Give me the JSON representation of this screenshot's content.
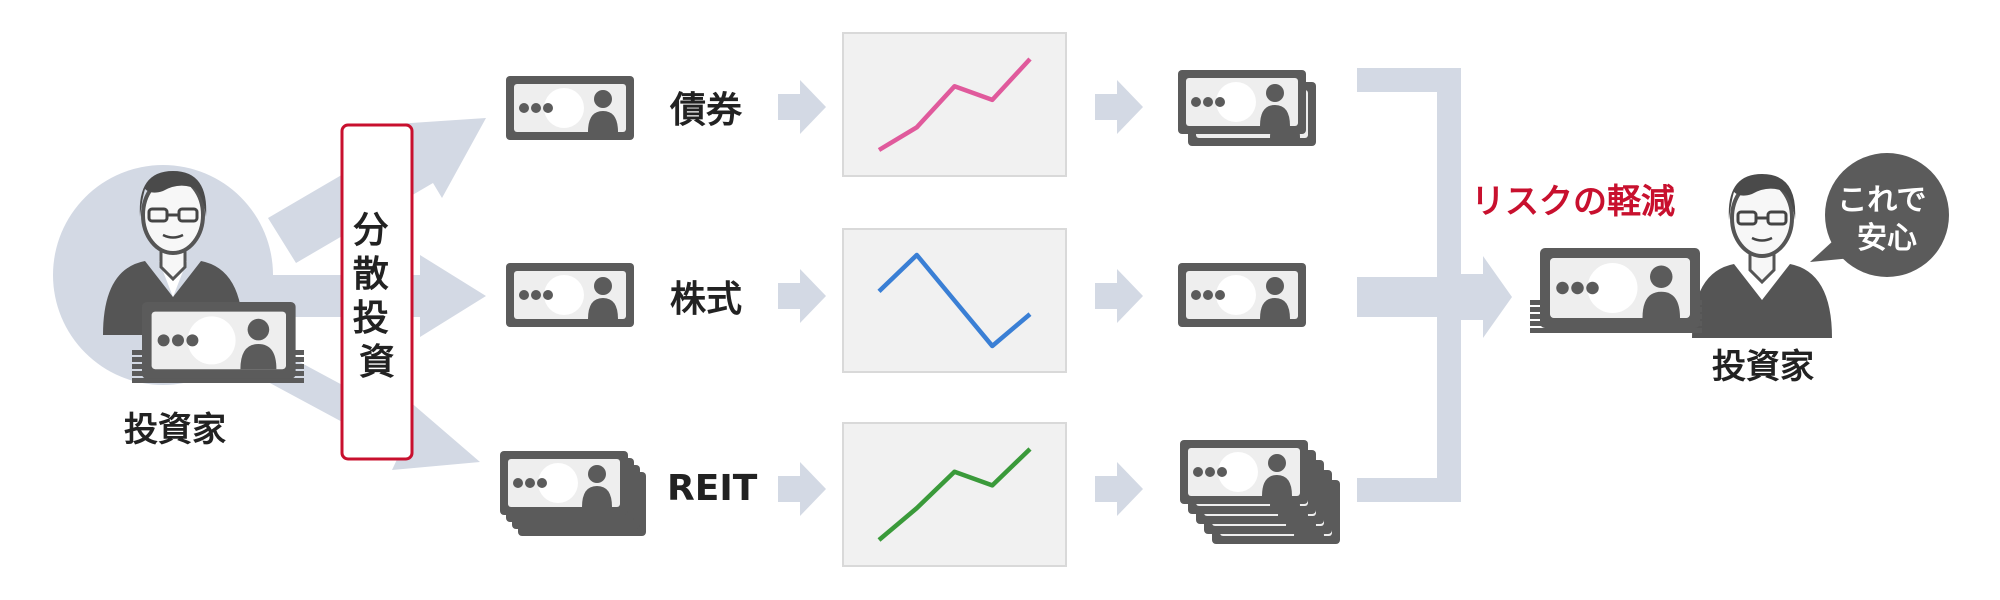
{
  "left_investor": {
    "label": "投資家"
  },
  "diversify_box": {
    "label": "分散投資",
    "border_color": "#c8102e"
  },
  "rows": [
    {
      "asset": "債券",
      "trend_color": "#e05a9c",
      "trend_points": [
        0.0,
        0.25,
        0.7,
        0.55,
        1.0
      ]
    },
    {
      "asset": "株式",
      "trend_color": "#3a7fd5",
      "trend_points": [
        0.6,
        1.0,
        0.5,
        0.0,
        0.35
      ]
    },
    {
      "asset": "REIT",
      "trend_color": "#3a9a3a",
      "trend_points": [
        0.0,
        0.35,
        0.75,
        0.6,
        1.0
      ]
    }
  ],
  "risk_label": {
    "text": "リスクの軽減",
    "color": "#c8102e"
  },
  "right_investor": {
    "label": "投資家",
    "speech": [
      "これで",
      "安心"
    ]
  },
  "colors": {
    "arrow": "#d3d9e4",
    "circle": "#d3d9e4",
    "money": "#5b5b5b",
    "person": "#555555",
    "panel_bg": "#f1f1f1",
    "panel_border": "#d9d9d9"
  }
}
